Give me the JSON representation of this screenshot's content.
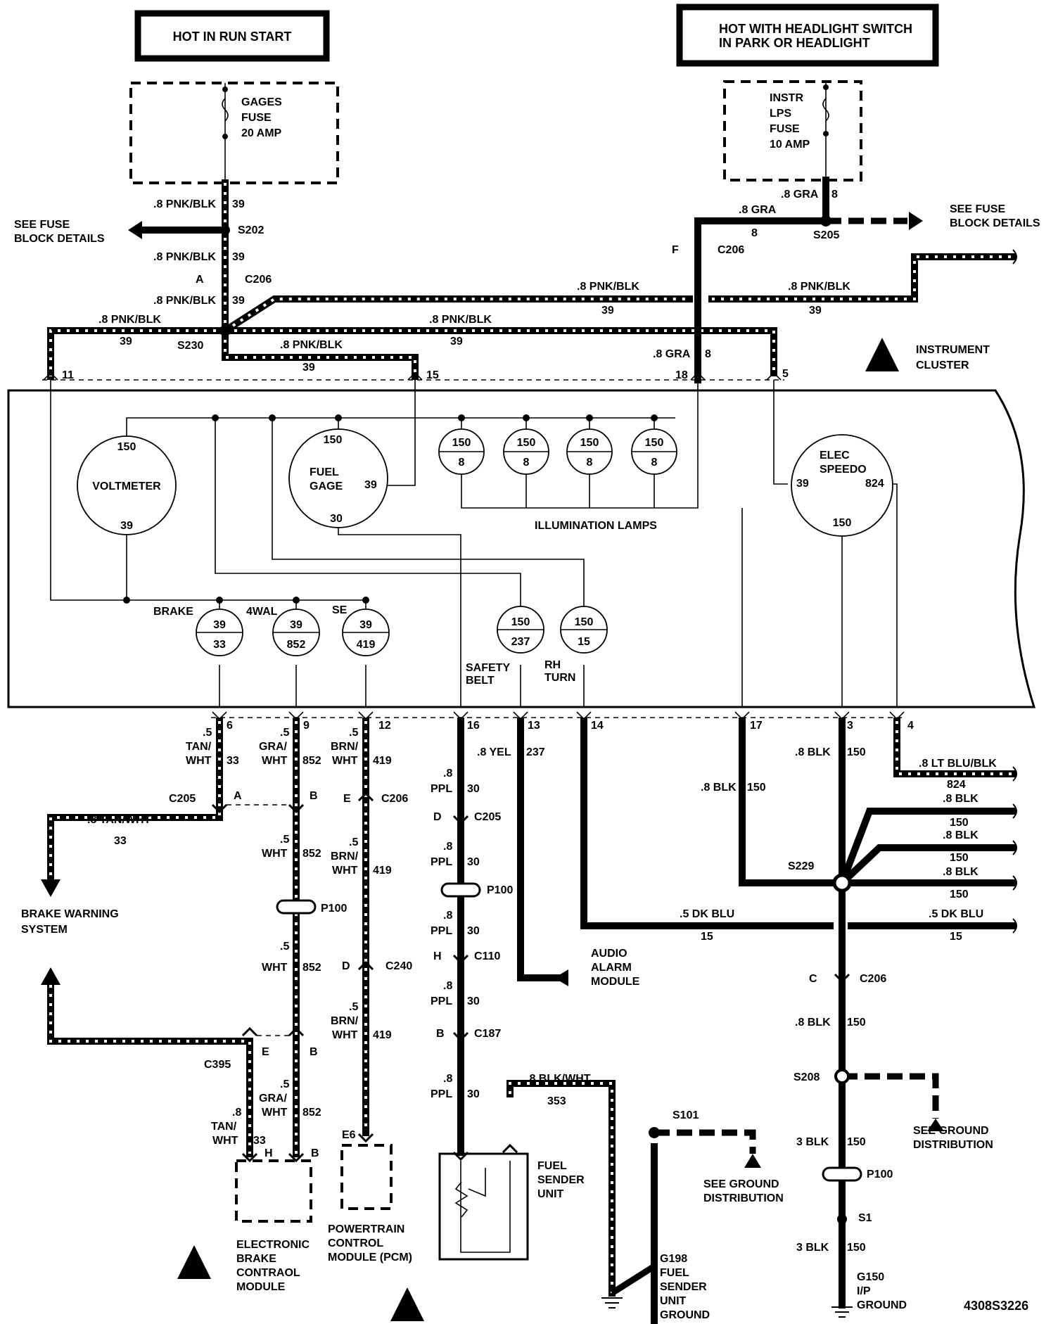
{
  "power": {
    "run_start": "HOT IN RUN START",
    "headlight_line1": "HOT WITH HEADLIGHT SWITCH",
    "headlight_line2": "IN PARK OR HEADLIGHT"
  },
  "fuses": {
    "gages": [
      "GAGES",
      "FUSE",
      "20 AMP"
    ],
    "instr": [
      "INSTR",
      "LPS",
      "FUSE",
      "10 AMP"
    ]
  },
  "fuse_block_ref": [
    "SEE FUSE",
    "BLOCK DETAILS"
  ],
  "cluster_label": [
    "INSTRUMENT",
    "CLUSTER"
  ],
  "gauges": {
    "voltmeter": {
      "name": "VOLTMETER",
      "top": "150",
      "bottom": "39"
    },
    "fuel_gage": {
      "name": [
        "FUEL",
        "GAGE"
      ],
      "top": "150",
      "right": "39",
      "bottom": "30"
    },
    "elec_speedo": {
      "name": [
        "ELEC",
        "SPEEDO"
      ],
      "left": "39",
      "right": "824",
      "bottom": "150"
    }
  },
  "illumination": {
    "label": "ILLUMINATION LAMPS",
    "top": "150",
    "bottom": "8"
  },
  "indicators": [
    {
      "label": "BRAKE",
      "top": "39",
      "bottom": "33"
    },
    {
      "label": "4WAL",
      "top": "39",
      "bottom": "852"
    },
    {
      "label": "SE",
      "top": "39",
      "bottom": "419"
    },
    {
      "label": [
        "SAFETY",
        "BELT"
      ],
      "top": "150",
      "bottom": "237"
    },
    {
      "label": [
        "RH",
        "TURN"
      ],
      "top": "150",
      "bottom": "15"
    }
  ],
  "connectors": [
    "S202",
    "C206",
    "S230",
    "S205",
    "C205",
    "P100",
    "C240",
    "C110",
    "C395",
    "C187",
    "S229",
    "S208",
    "S101",
    "S1"
  ],
  "wire_labels": {
    "pnk_blk": ".8 PNK/BLK",
    "pnk_blk_circuit": "39",
    "gra": ".8 GRA",
    "gra_circuit": "8",
    "tan_wht": [
      ".5",
      "TAN/",
      "WHT",
      "33"
    ],
    "tan_wht_8": ".8  TAN/WHT",
    "tan_wht_8b": [
      ".8",
      "TAN/",
      "WHT"
    ],
    "gra_wht": [
      ".5",
      "GRA/",
      "WHT",
      "852"
    ],
    "wht": [
      ".5",
      "WHT",
      "852"
    ],
    "brn_wht": [
      ".5",
      "BRN/",
      "WHT",
      "419"
    ],
    "ppl": [
      ".8",
      "PPL",
      "30"
    ],
    "yel": ".8 YEL",
    "yel_circuit": "237",
    "blk": ".8 BLK",
    "blk_circuit": "150",
    "blk3": "3 BLK",
    "lt_blu_blk": ".8 LT BLU/BLK",
    "lt_blu_blk_circuit": "824",
    "dk_blu": ".5 DK BLU",
    "dk_blu_circuit": "15",
    "blk_wht": ".8 BLK/WHT",
    "blk_wht_circuit": "353"
  },
  "pins": {
    "top": [
      "11",
      "15",
      "18",
      "5"
    ],
    "bottom": [
      "6",
      "9",
      "12",
      "16",
      "13",
      "14",
      "17",
      "3",
      "4"
    ],
    "misc": [
      "A",
      "B",
      "E",
      "D",
      "H",
      "F",
      "C",
      "E6"
    ]
  },
  "components": {
    "ebcm": [
      "ELECTRONIC",
      "BRAKE",
      "CONTRAOL",
      "MODULE"
    ],
    "pcm": [
      "POWERTRAIN",
      "CONTROL",
      "MODULE (PCM)"
    ],
    "fuel_sender": [
      "FUEL",
      "SENDER",
      "UNIT"
    ],
    "audio_alarm": [
      "AUDIO",
      "ALARM",
      "MODULE"
    ],
    "brake_warning": [
      "BRAKE WARNING",
      "SYSTEM"
    ],
    "ground_dist": [
      "SEE GROUND",
      "DISTRIBUTION"
    ],
    "g198": [
      "G198",
      "FUEL",
      "SENDER",
      "UNIT",
      "GROUND"
    ],
    "g150": [
      "G150",
      "I/P",
      "GROUND"
    ]
  },
  "diagram_id": "4308S3226"
}
